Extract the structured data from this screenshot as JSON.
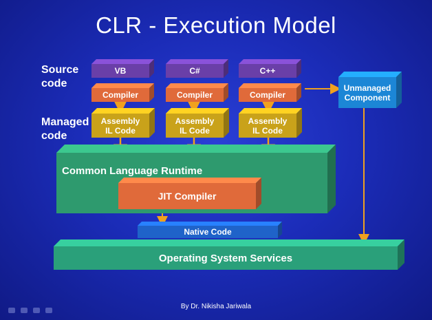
{
  "title": "CLR - Execution Model",
  "labels": {
    "source": "Source\ncode",
    "managed": "Managed\ncode"
  },
  "languages": [
    "VB",
    "C#",
    "C++"
  ],
  "compiler_label": "Compiler",
  "assembly_label": "Assembly\nIL Code",
  "unmanaged": "Unmanaged\nComponent",
  "clr": "Common Language Runtime",
  "jit": "JIT Compiler",
  "native": "Native Code",
  "os": "Operating System Services",
  "footer": "By Dr. Nikisha Jariwala",
  "colors": {
    "background": "#1b2cb8",
    "language_box": "#6a3fa8",
    "compiler_box": "#e06a3a",
    "assembly_box": "#c9a21a",
    "clr_box": "#2e9a6e",
    "native_box": "#1f63c9",
    "unmanaged_box": "#1c86d6",
    "os_box": "#2aa07a",
    "arrow": "#f0a11e"
  }
}
